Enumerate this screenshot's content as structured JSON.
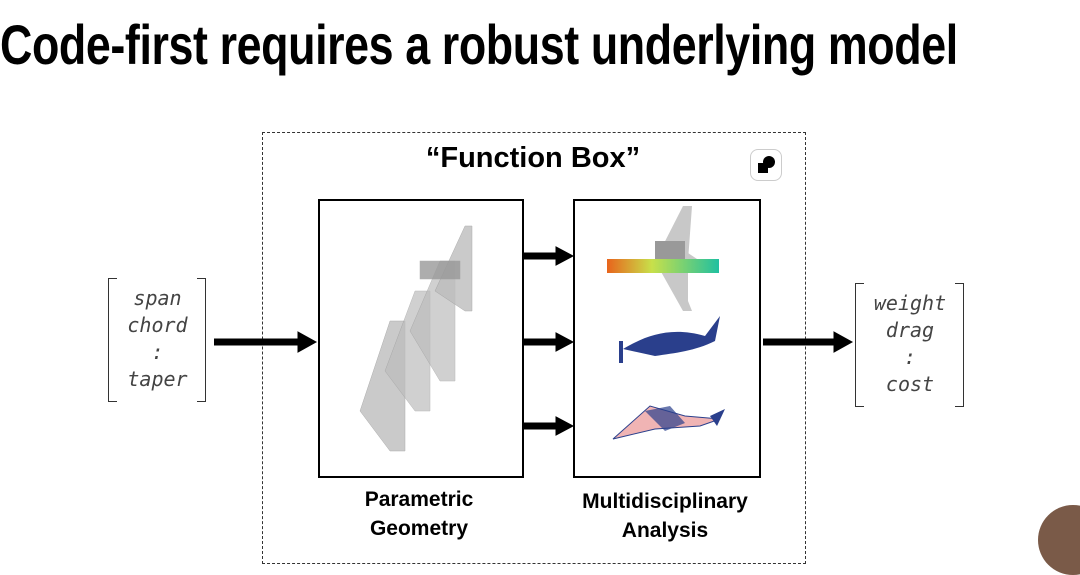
{
  "title": "Code-first requires a robust underlying model",
  "function_box": {
    "title": "“Function Box”",
    "logo_icon": "shape-logo-icon"
  },
  "inputs": [
    "span",
    "chord",
    ":",
    "taper"
  ],
  "outputs": [
    "weight",
    "drag",
    ":",
    "cost"
  ],
  "panels": {
    "geometry_caption": [
      "Parametric",
      "Geometry"
    ],
    "analysis_caption": [
      "Multidisciplinary",
      "Analysis"
    ]
  }
}
